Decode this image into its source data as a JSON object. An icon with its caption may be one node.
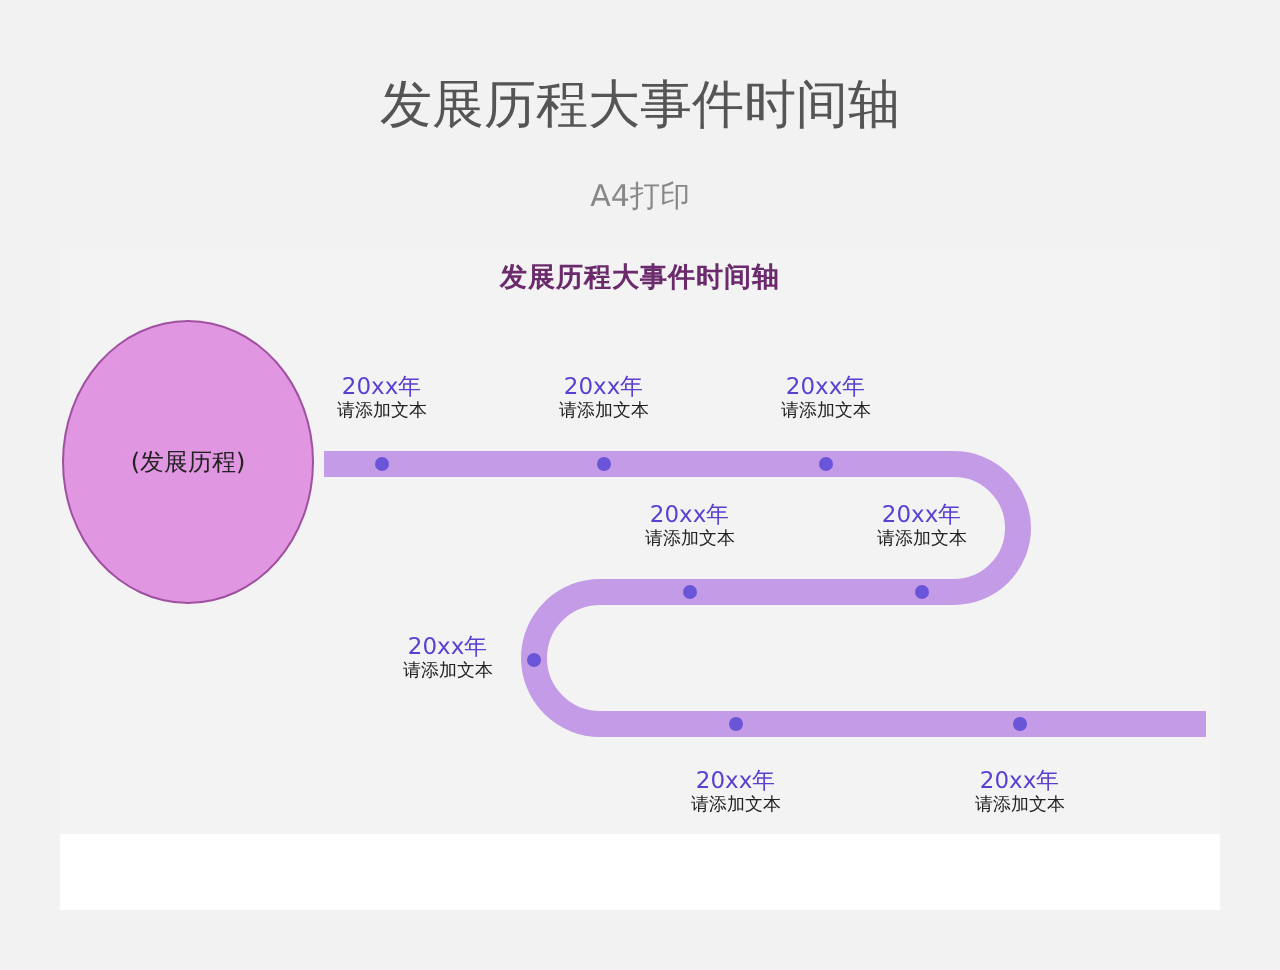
{
  "diagram": {
    "title": "发展历程大事件时间轴",
    "nodes": [
      {
        "text": [
          "(发展历程)"
        ]
      },
      {
        "text": [
          "20xx年",
          "请添加文本"
        ]
      },
      {
        "text": [
          "20xx年",
          "请添加文本"
        ]
      },
      {
        "text": [
          "20xx年",
          "请添加文本"
        ]
      },
      {
        "text": [
          "20xx年",
          "请添加文本"
        ]
      },
      {
        "text": [
          "20xx年",
          "请添加文本"
        ]
      },
      {
        "text": [
          "20xx年",
          "请添加文本"
        ]
      },
      {
        "text": [
          "20xx年",
          "请添加文本"
        ]
      },
      {
        "text": [
          "20xx年",
          "请添加文本"
        ]
      }
    ],
    "labels": [
      "A4打印",
      "发展历程大事件时间轴"
    ]
  }
}
